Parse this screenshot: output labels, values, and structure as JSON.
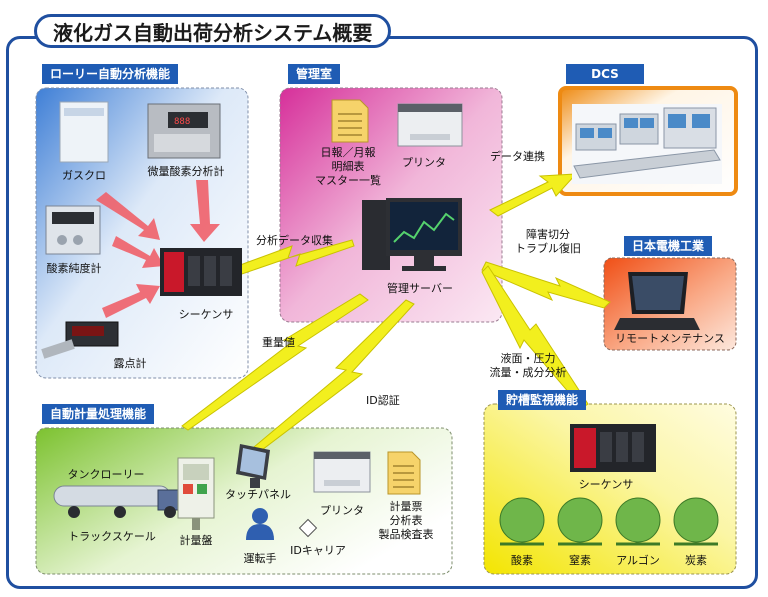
{
  "title": "液化ガス自動出荷分析システム概要",
  "sections": {
    "lorry": {
      "heading": "ローリー自動分析機能",
      "gas_chroma": "ガスクロ",
      "trace_oxygen": "微量酸素分析計",
      "oxygen_purity": "酸素純度計",
      "dew_point": "露点計",
      "sequencer": "シーケンサ"
    },
    "control_room": {
      "heading": "管理室",
      "reports": "日報／月報\n明細表\nマスター一覧",
      "printer": "プリンタ",
      "server": "管理サーバー"
    },
    "dcs": {
      "heading": "DCS"
    },
    "nihon_denki": {
      "heading": "日本電機工業",
      "remote": "リモートメンテナンス"
    },
    "auto_weighing": {
      "heading": "自動計量処理機能",
      "tank_lorry": "タンクローリー",
      "truck_scale": "トラックスケール",
      "weighing_panel": "計量盤",
      "touch_panel": "タッチパネル",
      "driver": "運転手",
      "id_carrier": "IDキャリア",
      "printer": "プリンタ",
      "slips": "計量票\n分析表\n製品検査表"
    },
    "tank_monitor": {
      "heading": "貯槽監視機能",
      "sequencer": "シーケンサ",
      "tanks": [
        "酸素",
        "窒素",
        "アルゴン",
        "炭素"
      ]
    }
  },
  "links": {
    "analysis_collect": "分析データ収集",
    "data_link": "データ連携",
    "fault": "障害切分\nトラブル復旧",
    "weight": "重量値",
    "id_auth": "ID認証",
    "tank_data": "液面・圧力\n流量・成分分析"
  },
  "colors": {
    "border": "#1f4fa0",
    "badge": "#1f5cb4",
    "lorry_panel": "#3f7fd6",
    "control_panel": "#d62f9a",
    "dcs_border": "#ee8a12",
    "nihon_panel": "#f04f16",
    "weighing_panel": "#7cc22f",
    "tank_panel": "#f3e500",
    "lightning": "#f2ef1e",
    "arrow": "#f0616a"
  }
}
